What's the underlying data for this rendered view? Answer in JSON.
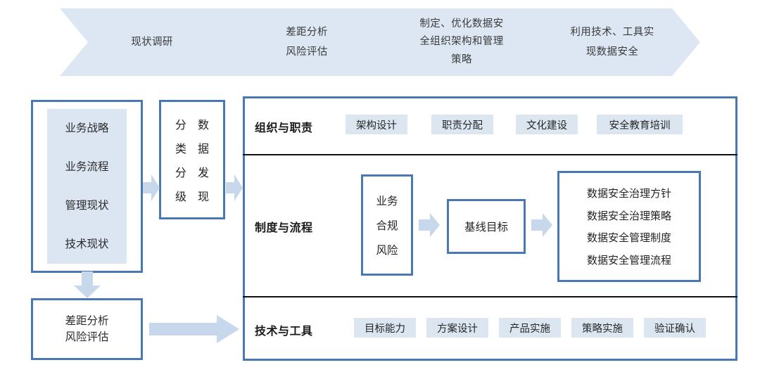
{
  "banner": {
    "steps": [
      {
        "name": "step-current-survey",
        "lines": [
          "现状调研"
        ]
      },
      {
        "name": "step-gap-risk",
        "lines": [
          "差距分析",
          "风险评估"
        ]
      },
      {
        "name": "step-org-policy",
        "lines": [
          "制定、优化数据安",
          "全组织架构和管理",
          "策略"
        ]
      },
      {
        "name": "step-tech-tools",
        "lines": [
          "利用技术、工具实",
          "现数据安全"
        ]
      }
    ]
  },
  "left": {
    "status_box": {
      "name": "current-status-box",
      "items": [
        "业务战略",
        "业务流程",
        "管理现状",
        "技术现状"
      ]
    },
    "gap_box": {
      "name": "gap-analysis-box",
      "items": [
        "差距分析",
        "风险评估"
      ]
    }
  },
  "classify": {
    "name": "classification-discovery-box",
    "col_left": [
      "分",
      "类",
      "分",
      "级"
    ],
    "col_right": [
      "数",
      "据",
      "发",
      "现"
    ]
  },
  "panel": {
    "rows": [
      {
        "label": "组织与职责",
        "tags": [
          "架构设计",
          "职责分配",
          "文化建设",
          "安全教育培训"
        ]
      },
      {
        "label": "制度与流程",
        "source_box": [
          "业务",
          "合规",
          "风险"
        ],
        "middle_box": "基线目标",
        "outputs": [
          "数据安全治理方针",
          "数据安全治理策略",
          "数据安全管理制度",
          "数据安全管理流程"
        ]
      },
      {
        "label": "技术与工具",
        "tags": [
          "目标能力",
          "方案设计",
          "产品实施",
          "策略实施",
          "验证确认"
        ]
      }
    ]
  },
  "colors": {
    "chevron_fill": "#dde7f3",
    "border_blue": "#4a78b5",
    "tag_fill": "#dce6f1",
    "arrow_fill": "#c7d7ec",
    "panel_fill_light": "#dce6f2",
    "divider": "#111111"
  }
}
